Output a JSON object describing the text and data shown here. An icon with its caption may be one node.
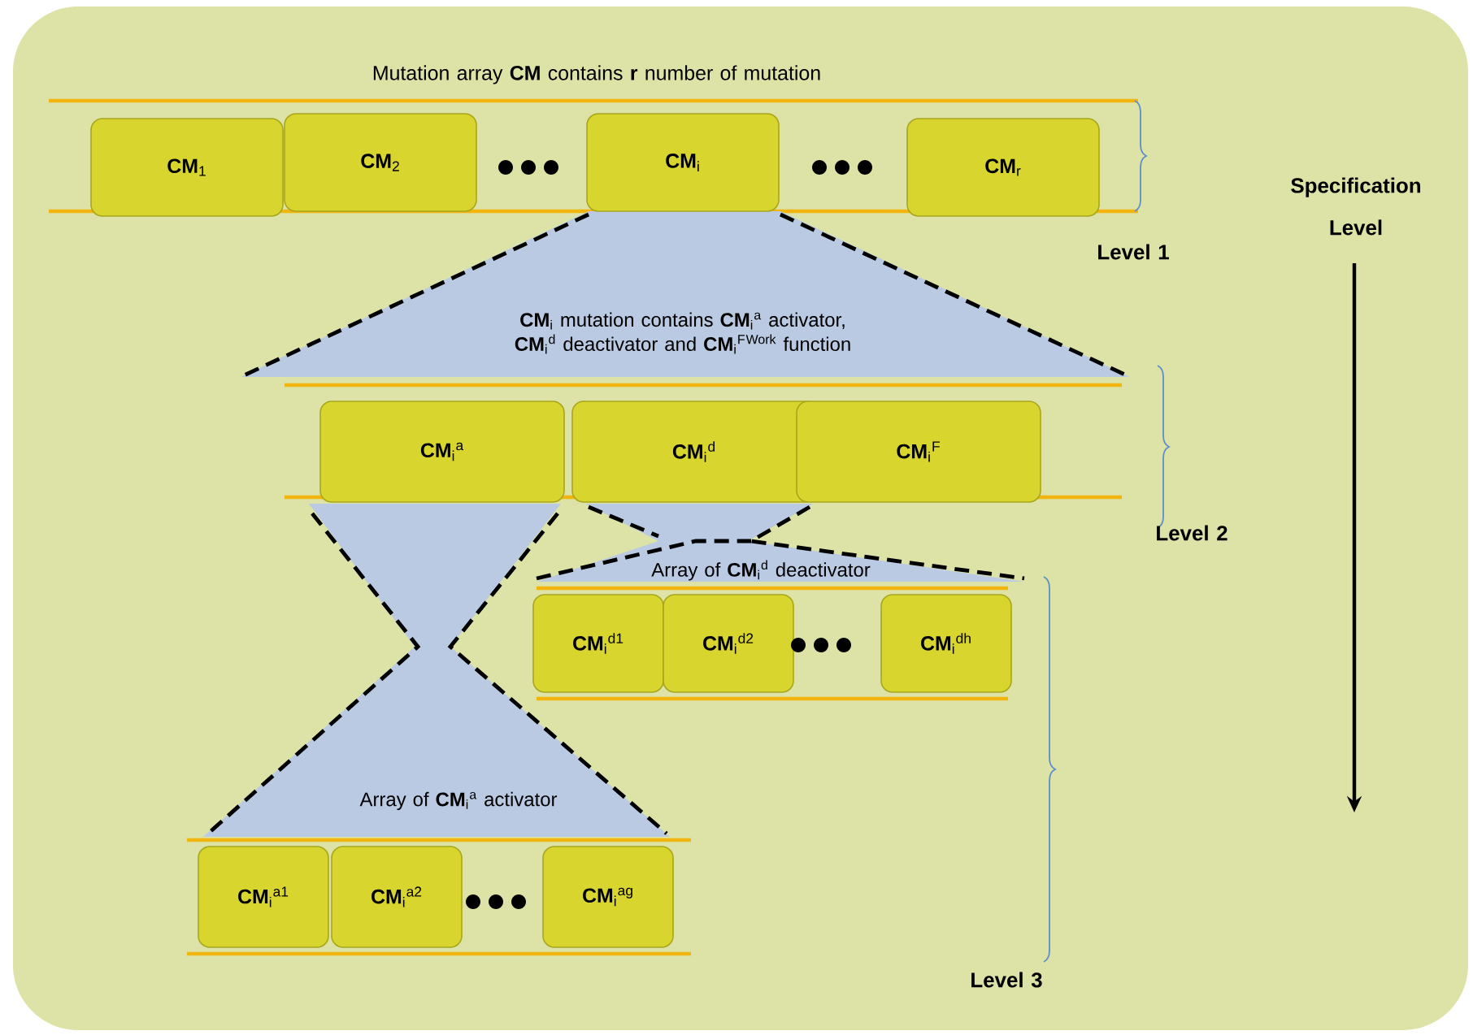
{
  "diagram": {
    "nodes": [
      {
        "text": [
          "**CM**$_{1}$"
        ]
      },
      {
        "text": [
          "**CM**$_{2}$"
        ]
      },
      {
        "text": [
          "**CM**$_{i}$"
        ]
      },
      {
        "text": [
          "**CM**$_{r}$"
        ]
      },
      {
        "text": [
          "**CM**$_{i}$ mutation contains **CM**$_{i}$$^{a}$ activator, **CM**$_{i}$$^{d}$ deactivator and **CM**$_{i}$$^{F}$$^{Work}$ function"
        ]
      },
      {
        "text": [
          "**CM**$_{i}$$^{a}$"
        ]
      },
      {
        "text": [
          "**CM**$_{i}$$^{d}$"
        ]
      },
      {
        "text": [
          "**CM**$_{i}$$^{F}$"
        ]
      },
      {
        "text": [
          "Array of **CM**$_{i}$$^{d}$ deactivator"
        ]
      },
      {
        "text": [
          "**CM**$_{i}$$^{d1}$"
        ]
      },
      {
        "text": [
          "**CM**$_{i}$$^{d2}$"
        ]
      },
      {
        "text": [
          "**CM**$_{i}$$^{dh}$"
        ]
      },
      {
        "text": [
          "Array of **CM**$_{i}$$^{a}$ activator"
        ]
      },
      {
        "text": [
          "**CM**$_{i}$$^{a1}$"
        ]
      },
      {
        "text": [
          "**CM**$_{i}$$^{a2}$"
        ]
      },
      {
        "text": [
          "**CM**$_{i}$$^{ag}$"
        ]
      }
    ],
    "labels": [
      "Mutation array **CM** contains **r** number of mutation",
      "Specification Level",
      "Level 1",
      "Level 2",
      "Level 3"
    ]
  }
}
